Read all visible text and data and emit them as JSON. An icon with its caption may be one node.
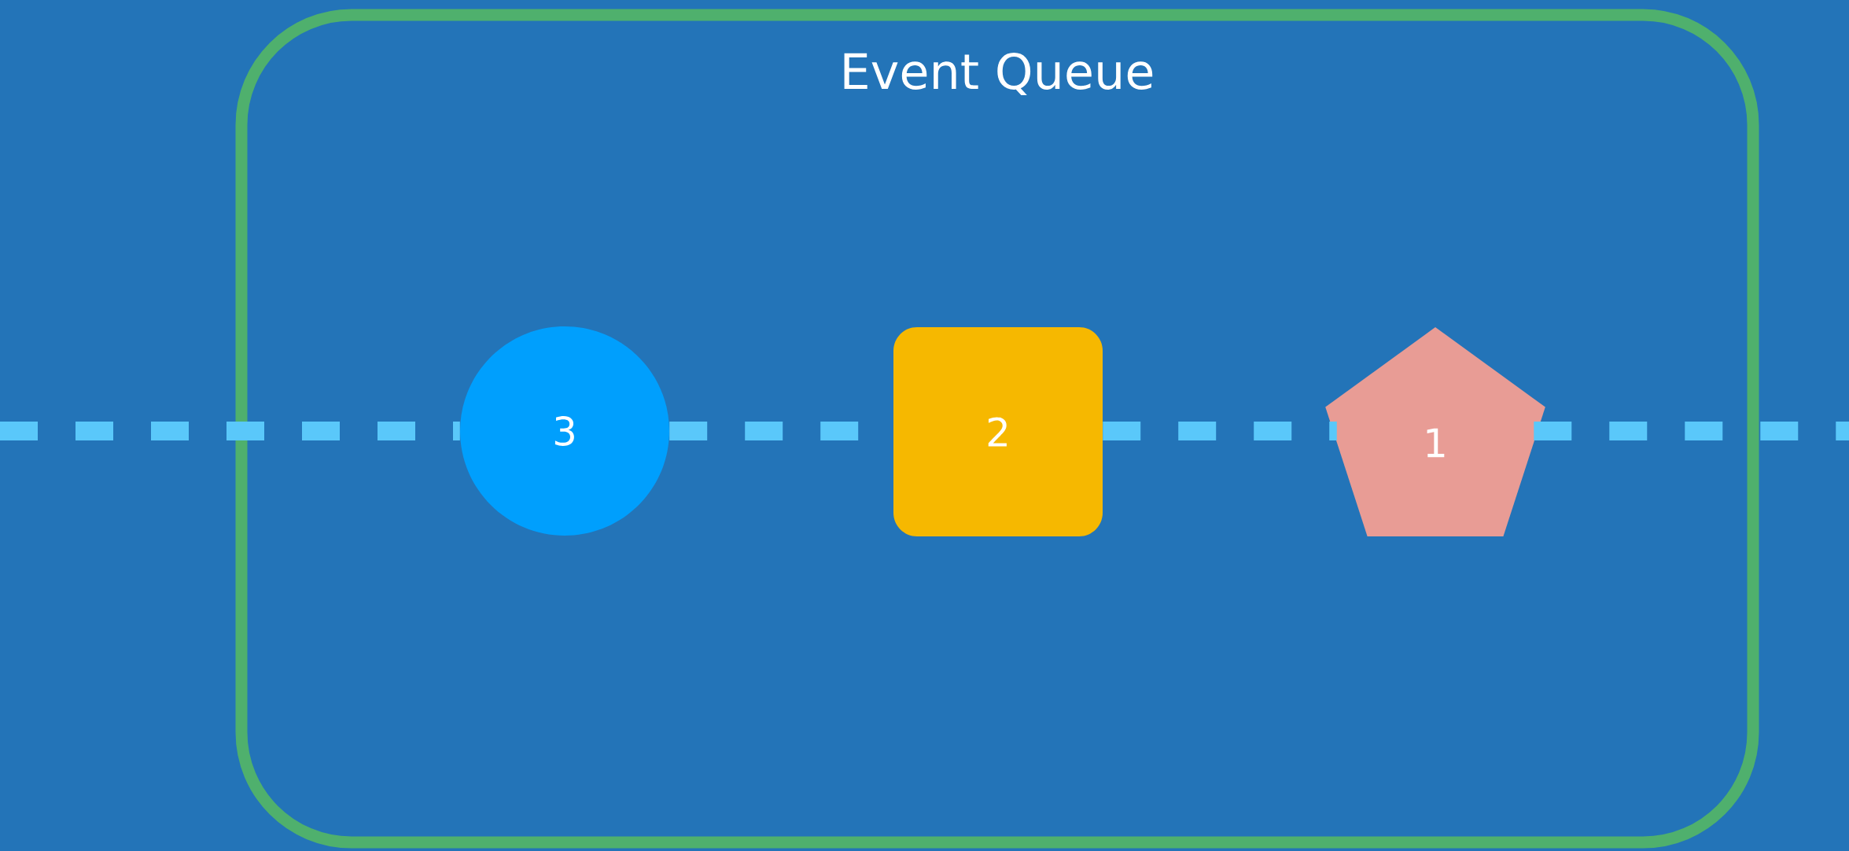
{
  "diagram": {
    "nodes": [
      {
        "text": [
          "Event Queue"
        ]
      },
      {
        "text": [
          "3"
        ],
        "in": 0
      },
      {
        "text": [
          "2"
        ],
        "in": 0
      },
      {
        "text": [
          "1"
        ],
        "in": 0
      }
    ],
    "edges": [
      {
        "from": null,
        "to": 1,
        "arrow": "none",
        "style": "dashed"
      },
      {
        "from": 1,
        "to": 2,
        "arrow": "none",
        "style": "dashed"
      },
      {
        "from": 2,
        "to": 3,
        "arrow": "none",
        "style": "dashed"
      },
      {
        "from": 3,
        "to": null,
        "arrow": "none",
        "style": "dashed"
      }
    ]
  }
}
